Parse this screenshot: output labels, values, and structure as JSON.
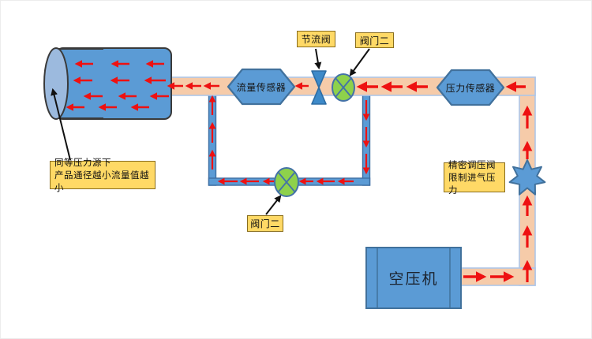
{
  "labels": {
    "flow_sensor": "流量传感器",
    "pressure_sensor": "压力传感器",
    "compressor": "空压机"
  },
  "callouts": {
    "throttle_valve": "节流阀",
    "valve_two_top": "阀门二",
    "valve_two_bottom": "阀门二",
    "regulator": {
      "line1": "精密调压阀",
      "line2": "限制进气压力"
    },
    "cylinder_note": {
      "line1": "同等压力源下",
      "line2": "产品通径越小流量值越小"
    }
  },
  "icons": {
    "cylinder_tank": "cylinder-tank",
    "flow_sensor_hexagon": "flow-sensor-hexagon",
    "pressure_sensor_hexagon": "pressure-sensor-hexagon",
    "throttle_valve_icon": "bowtie-valve-icon",
    "valve_top_icon": "green-x-valve-icon",
    "valve_bottom_icon": "green-x-valve-icon",
    "regulator_star_icon": "seven-point-star-icon",
    "compressor_box": "compressor-box"
  },
  "colors": {
    "pipe_fill": "#f6cba9",
    "pipe_border": "#aec6e8",
    "loop_pipe_fill": "#5b9bd5",
    "loop_pipe_border": "#3e6fa3",
    "equipment_fill": "#5b9bd5",
    "equipment_border": "#41719c",
    "cylinder_border": "#3a3a3a",
    "cylinder_end_fill": "#9cbade",
    "valve_green": "#8ed14b",
    "flow_arrow_red": "#ee1111",
    "callout_bg": "#ffd966",
    "callout_border": "#8a6d1c"
  }
}
